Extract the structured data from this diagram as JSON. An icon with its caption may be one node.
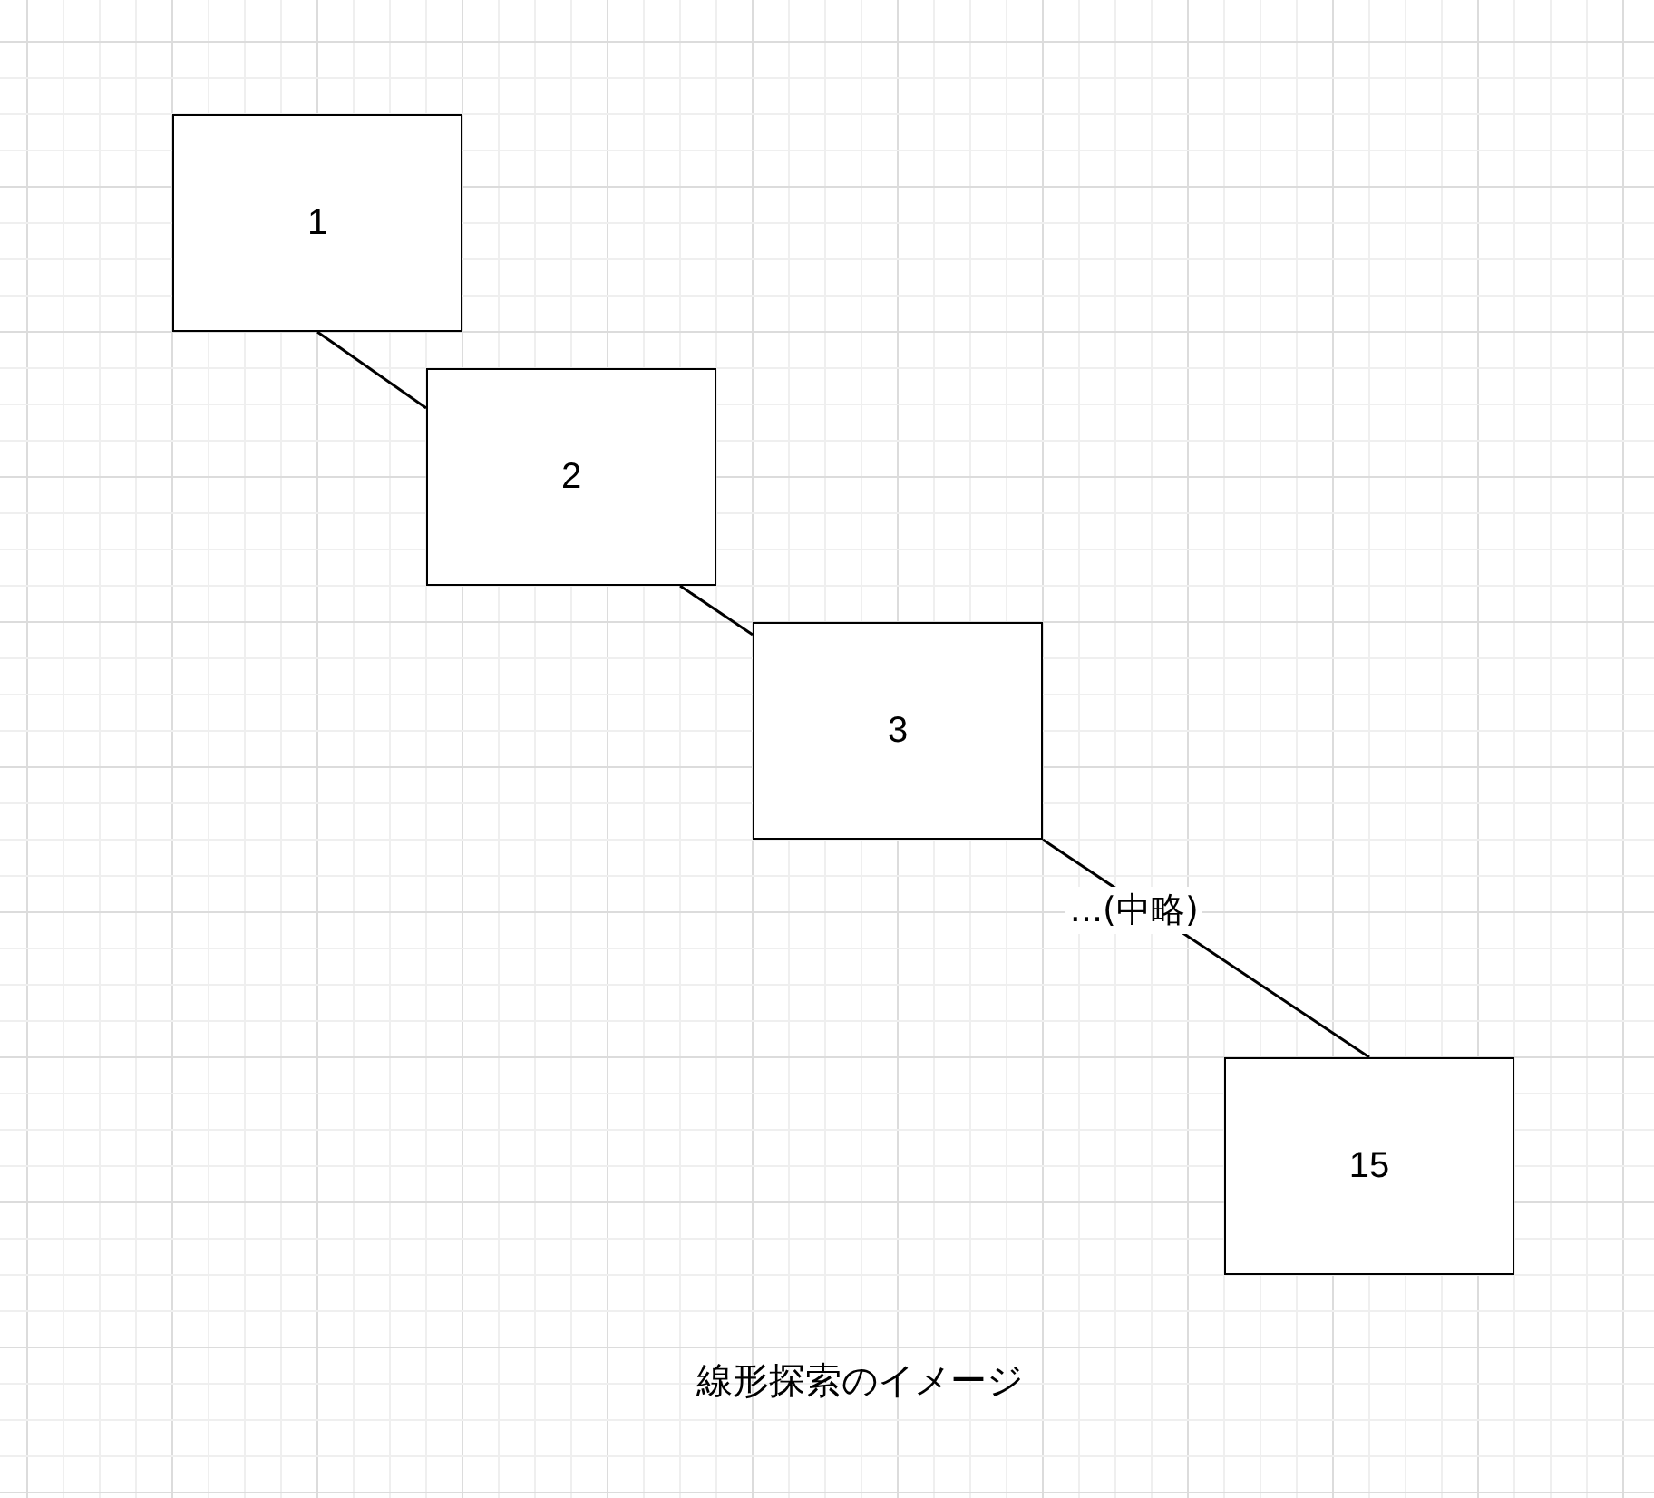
{
  "diagram": {
    "caption": "線形探索のイメージ",
    "nodes": [
      {
        "text": [
          "1"
        ]
      },
      {
        "text": [
          "2"
        ]
      },
      {
        "text": [
          "3"
        ]
      },
      {
        "text": [
          "15"
        ]
      }
    ],
    "edges": [
      {
        "from": 0,
        "to": 1,
        "arrow": "none"
      },
      {
        "from": 1,
        "to": 2,
        "arrow": "none"
      },
      {
        "from": 2,
        "to": 3,
        "arrow": "none",
        "label": "...(中略)"
      }
    ]
  }
}
